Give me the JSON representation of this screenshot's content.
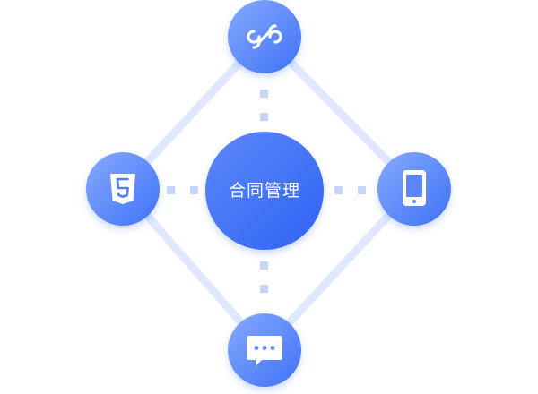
{
  "center": {
    "label": "合同管理"
  },
  "nodes": [
    {
      "id": "top",
      "icon": "mini-program-icon"
    },
    {
      "id": "left",
      "icon": "html5-icon"
    },
    {
      "id": "right",
      "icon": "tablet-icon"
    },
    {
      "id": "bottom",
      "icon": "chat-bubble-icon"
    }
  ],
  "colors": {
    "node_gradient_start": "#7fa5ff",
    "node_gradient_end": "#3c6ff7",
    "connector_line": "#dde7ff",
    "dotted_line": "#c2d4fb",
    "icon_fill": "#ffffff"
  }
}
